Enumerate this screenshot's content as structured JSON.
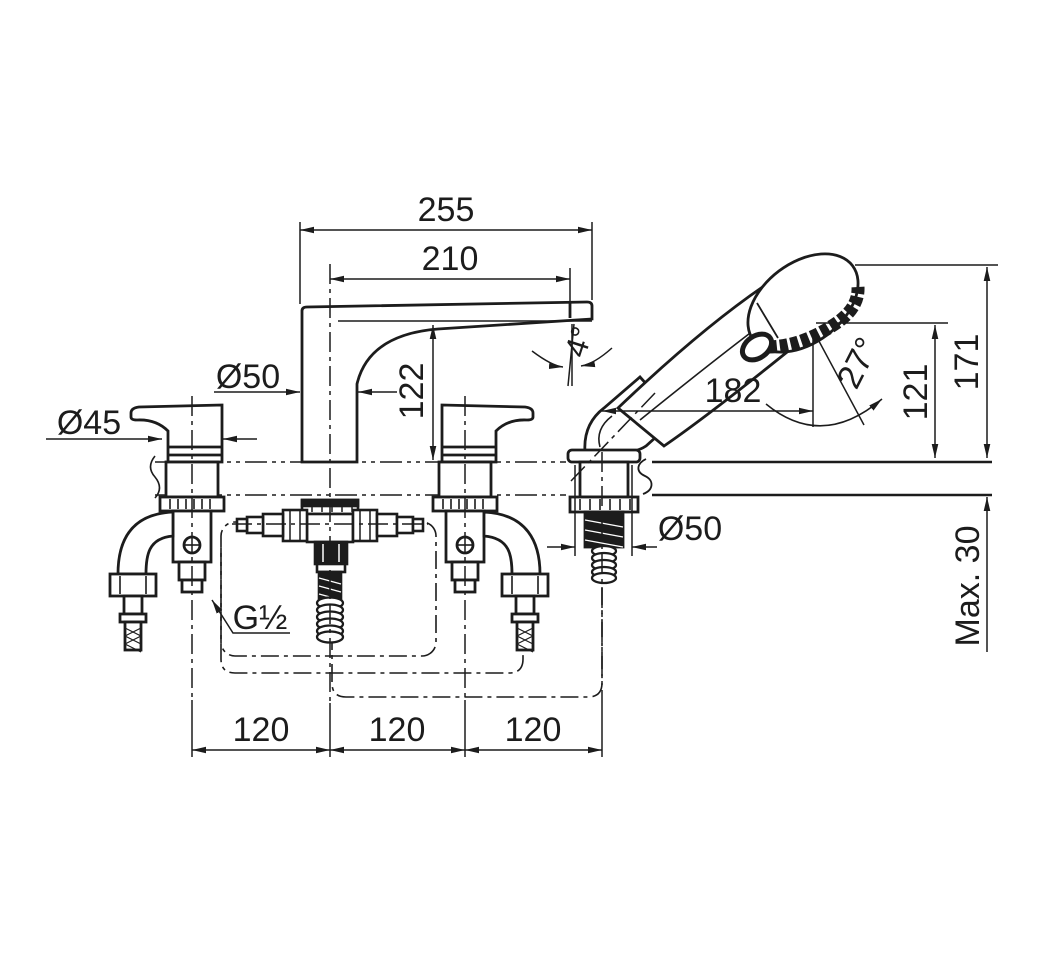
{
  "drawing": {
    "colors": {
      "line": "#1c1c1c",
      "background": "#ffffff"
    },
    "dimensions": {
      "spout_overall_reach": {
        "label": "255"
      },
      "spout_reach": {
        "label": "210"
      },
      "spout_tip_angle": {
        "label": "4°"
      },
      "spout_column_diameter": {
        "label": "Ø50"
      },
      "handle_diameter": {
        "label": "Ø45"
      },
      "spout_height": {
        "label": "122"
      },
      "shower_reach": {
        "label": "182"
      },
      "shower_face_angle": {
        "label": "27°"
      },
      "shower_face_height": {
        "label": "121"
      },
      "shower_overall_height": {
        "label": "171"
      },
      "shower_base_diameter": {
        "label": "Ø50"
      },
      "deck_thickness": {
        "label": "Max. 30"
      },
      "connection_thread": {
        "label": "G½"
      },
      "spacing_left": {
        "label": "120"
      },
      "spacing_center": {
        "label": "120"
      },
      "spacing_right": {
        "label": "120"
      }
    }
  }
}
